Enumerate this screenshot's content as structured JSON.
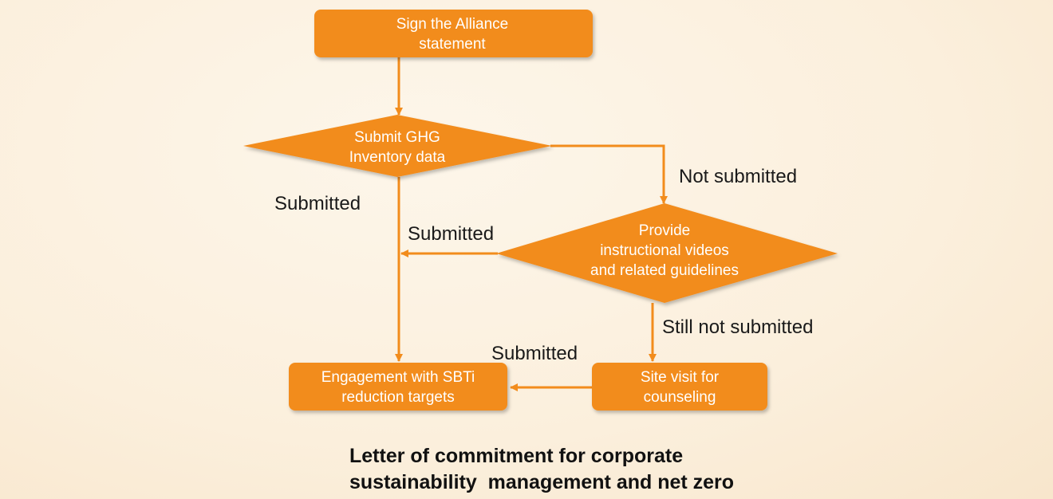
{
  "nodes": {
    "sign": [
      "Sign the Alliance",
      "statement"
    ],
    "submit_ghg": [
      "Submit GHG",
      "Inventory  data"
    ],
    "provide": [
      "Provide",
      "instructional videos",
      "and related guidelines"
    ],
    "engagement": [
      "Engagement with SBTi",
      "reduction targets"
    ],
    "site_visit": [
      "Site visit for",
      "counseling"
    ]
  },
  "edges": {
    "submitted_left": "Submitted",
    "not_submitted": "Not submitted",
    "submitted_mid": "Submitted",
    "still_not_submitted": "Still not submitted",
    "submitted_bottom": "Submitted"
  },
  "caption": [
    "Letter of commitment for corporate",
    "sustainability  management and net zero"
  ],
  "colors": {
    "node_fill": "#f28c1c",
    "line": "#f28c1c",
    "text": "#ffffff"
  }
}
